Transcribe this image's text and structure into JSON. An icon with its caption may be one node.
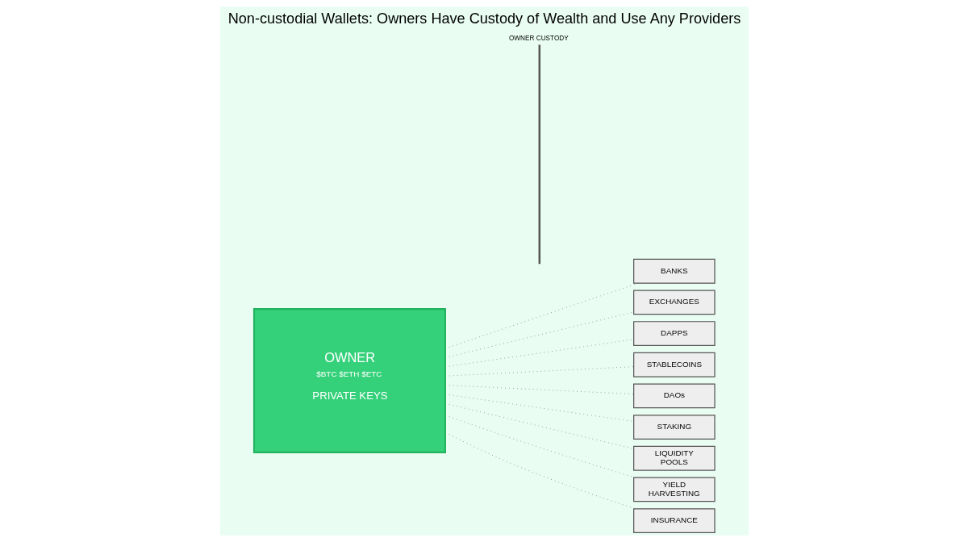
{
  "diagram": {
    "title": "Non-custodial Wallets: Owners Have Custody of Wealth and Use Any Providers",
    "nodes": [
      {
        "text": [
          "OWNER",
          "$BTC $ETH $ETC",
          "PRIVATE KEYS"
        ]
      },
      {
        "text": [
          "OWNER CUSTODY"
        ]
      },
      {
        "text": [
          "BANKS"
        ]
      },
      {
        "text": [
          "EXCHANGES"
        ]
      },
      {
        "text": [
          "DAPPS"
        ]
      },
      {
        "text": [
          "STABLECOINS"
        ]
      },
      {
        "text": [
          "DAOs"
        ]
      },
      {
        "text": [
          "STAKING"
        ]
      },
      {
        "text": [
          "LIQUIDITY POOLS"
        ]
      },
      {
        "text": [
          "YIELD HARVESTING"
        ]
      },
      {
        "text": [
          "INSURANCE"
        ]
      }
    ],
    "edges": [
      {
        "from": 0,
        "to": 2,
        "arrow": "none"
      },
      {
        "from": 0,
        "to": 3,
        "arrow": "none"
      },
      {
        "from": 0,
        "to": 4,
        "arrow": "none"
      },
      {
        "from": 0,
        "to": 5,
        "arrow": "none"
      },
      {
        "from": 0,
        "to": 6,
        "arrow": "none"
      },
      {
        "from": 0,
        "to": 7,
        "arrow": "none"
      },
      {
        "from": 0,
        "to": 8,
        "arrow": "none"
      },
      {
        "from": 0,
        "to": 9,
        "arrow": "none"
      },
      {
        "from": 0,
        "to": 10,
        "arrow": "none"
      }
    ]
  }
}
